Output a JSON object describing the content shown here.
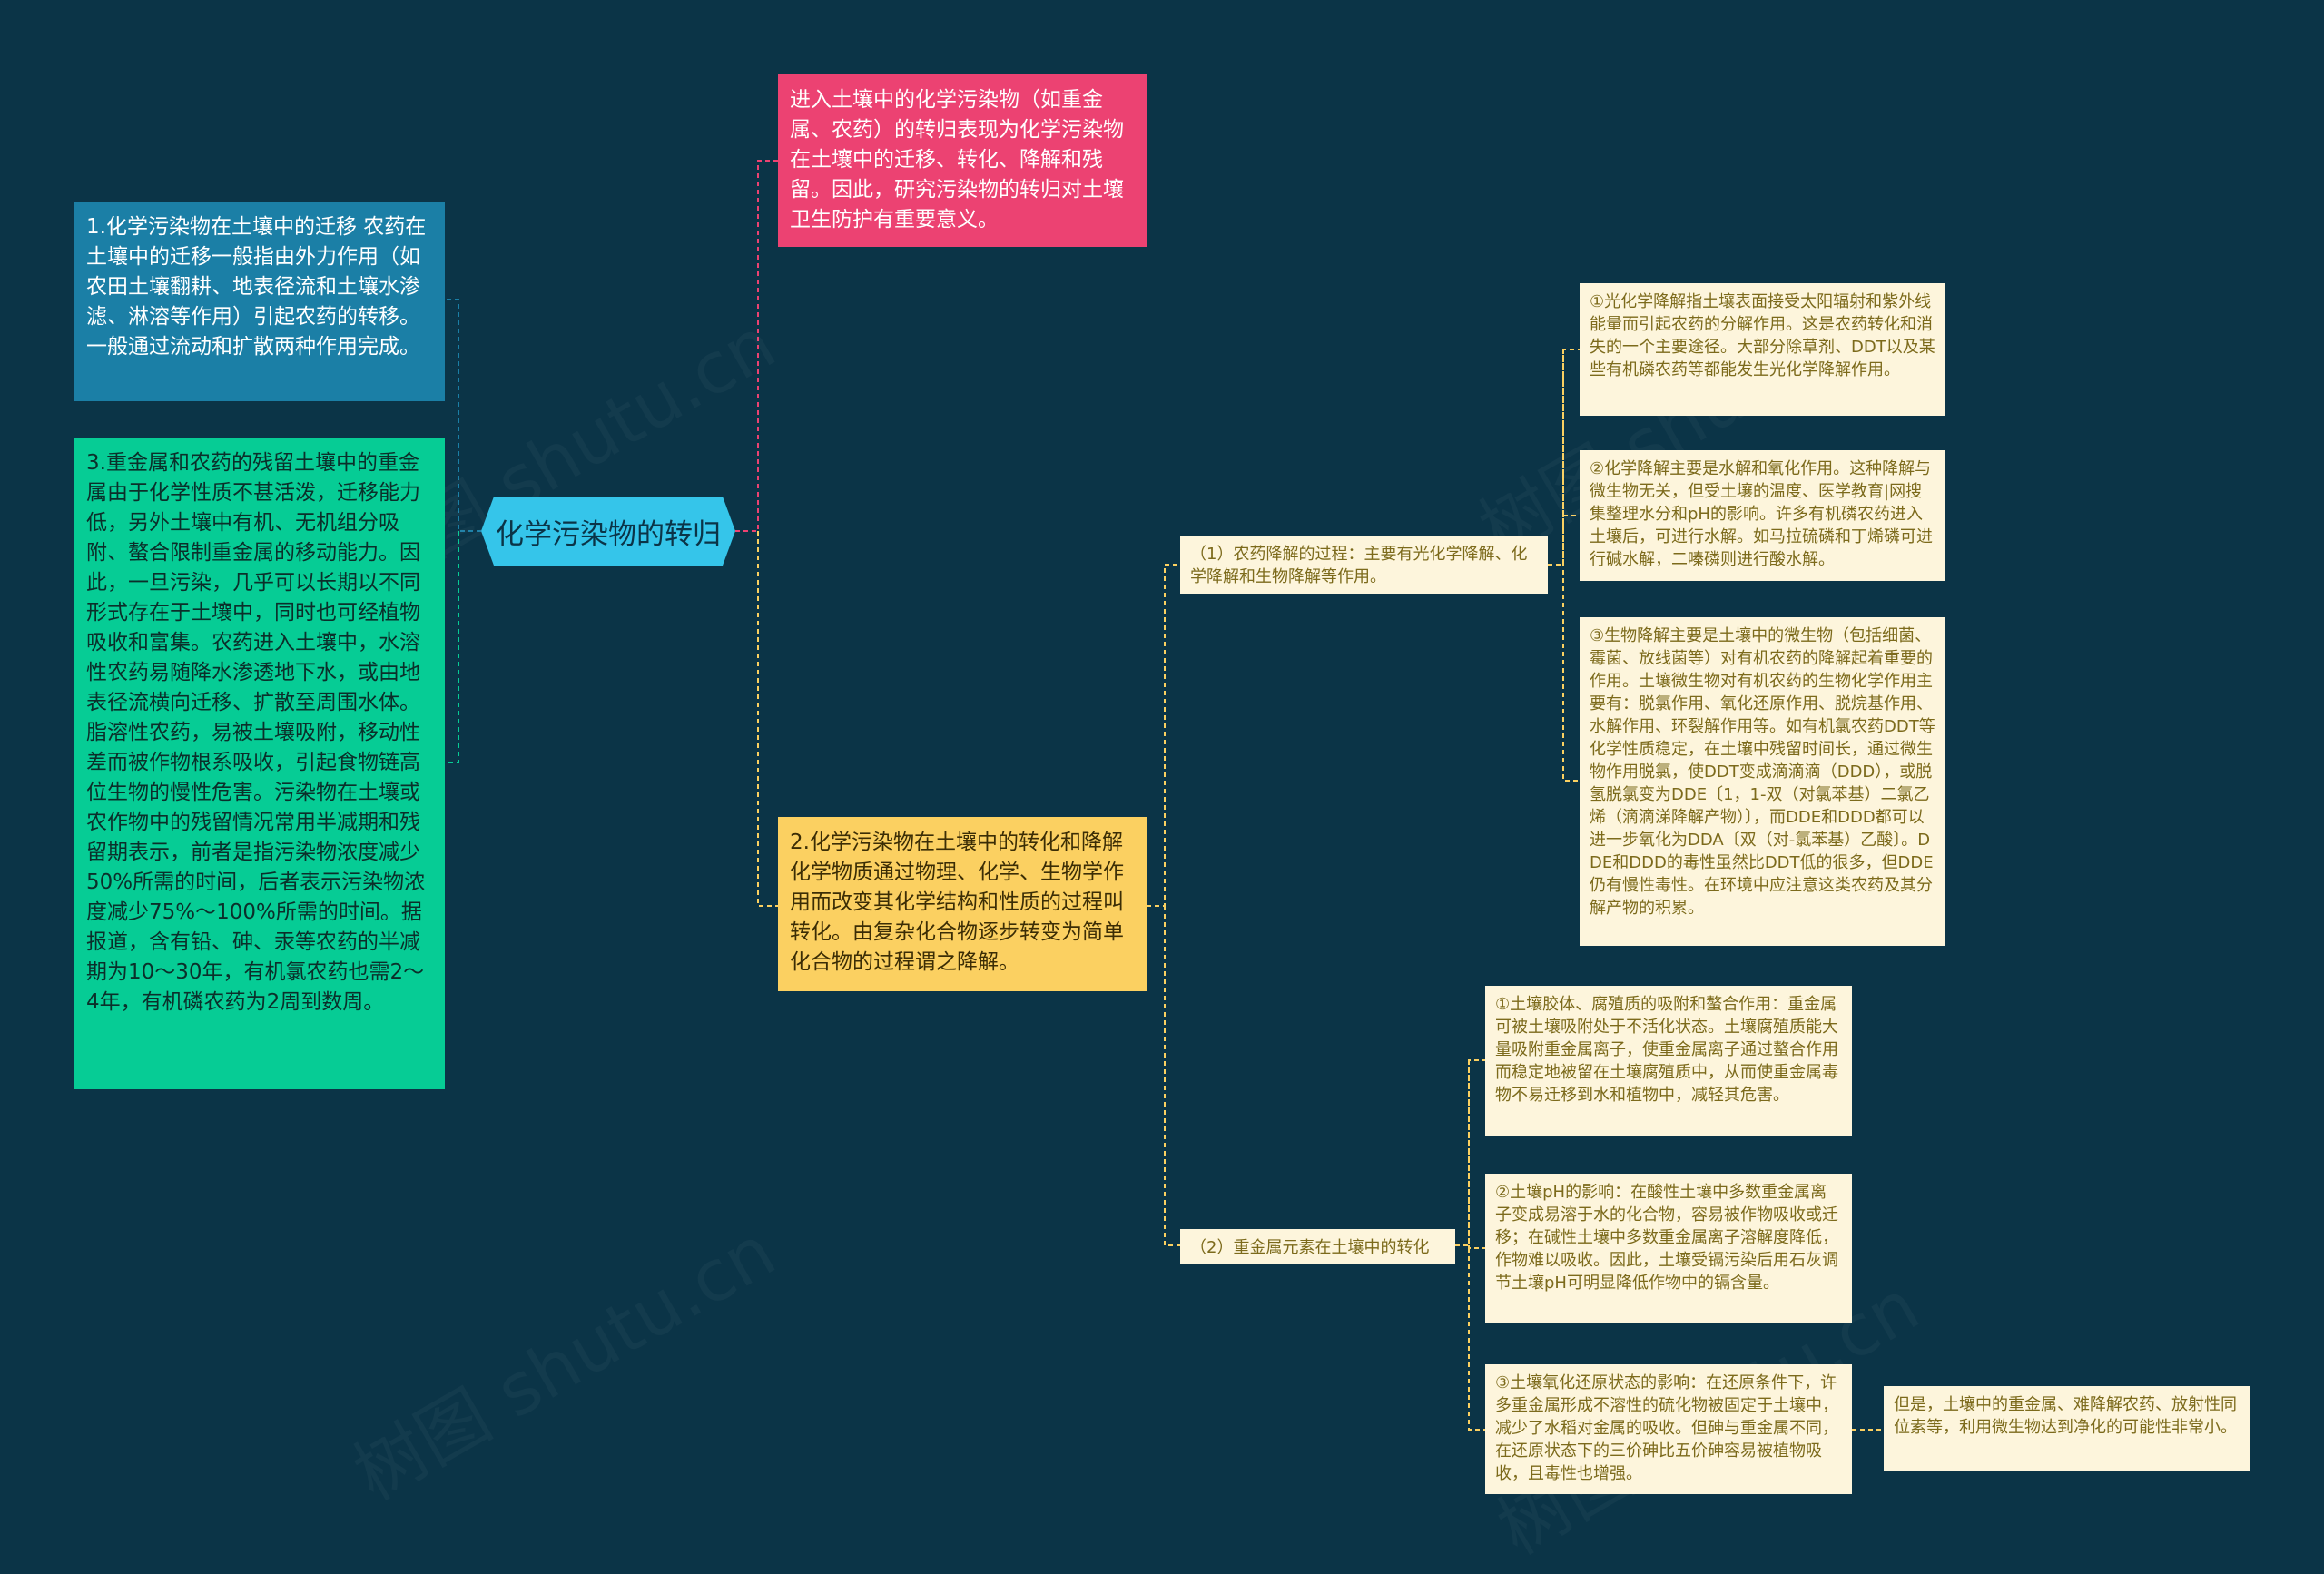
{
  "diagram": {
    "root": "化学污染物的转归",
    "intro": "进入土壤中的化学污染物（如重金属、农药）的转归表现为化学污染物在土壤中的迁移、转化、降解和残留。因此，研究污染物的转归对土壤卫生防护有重要意义。",
    "migration": "1.化学污染物在土壤中的迁移 农药在土壤中的迁移一般指由外力作用（如农田土壤翻耕、地表径流和土壤水渗滤、淋溶等作用）引起农药的转移。一般通过流动和扩散两种作用完成。",
    "residue": "3.重金属和农药的残留土壤中的重金属由于化学性质不甚活泼，迁移能力低，另外土壤中有机、无机组分吸附、螯合限制重金属的移动能力。因此，一旦污染，几乎可以长期以不同形式存在于土壤中，同时也可经植物吸收和富集。农药进入土壤中，水溶性农药易随降水渗透地下水，或由地表径流横向迁移、扩散至周围水体。脂溶性农药，易被土壤吸附，移动性差而被作物根系吸收，引起食物链高位生物的慢性危害。污染物在土壤或农作物中的残留情况常用半减期和残留期表示，前者是指污染物浓度减少50%所需的时间，后者表示污染物浓度减少75%～100%所需的时间。据报道，含有铅、砷、汞等农药的半减期为10～30年，有机氯农药也需2～4年，有机磷农药为2周到数周。",
    "transformation": "2.化学污染物在土壤中的转化和降解 化学物质通过物理、化学、生物学作用而改变其化学结构和性质的过程叫转化。由复杂化合物逐步转变为简单化合物的过程谓之降解。",
    "pesticide": "（1）农药降解的过程：主要有光化学降解、化学降解和生物降解等作用。",
    "photo": "①光化学降解指土壤表面接受太阳辐射和紫外线能量而引起农药的分解作用。这是农药转化和消失的一个主要途径。大部分除草剂、DDT以及某些有机磷农药等都能发生光化学降解作用。",
    "chem": "②化学降解主要是水解和氧化作用。这种降解与微生物无关，但受土壤的温度、医学教育|网搜集整理水分和pH的影响。许多有机磷农药进入土壤后，可进行水解。如马拉硫磷和丁烯磷可进行碱水解，二嗪磷则进行酸水解。",
    "bio": "③生物降解主要是土壤中的微生物（包括细菌、霉菌、放线菌等）对有机农药的降解起着重要的作用。土壤微生物对有机农药的生物化学作用主要有：脱氯作用、氧化还原作用、脱烷基作用、水解作用、环裂解作用等。如有机氯农药DDT等化学性质稳定，在土壤中残留时间长，通过微生物作用脱氯，使DDT变成滴滴滴（DDD），或脱氢脱氯变为DDE〔1，1-双（对氯苯基）二氯乙烯（滴滴涕降解产物）〕，而DDE和DDD都可以进一步氧化为DDA〔双（对-氯苯基）乙酸〕。DDE和DDD的毒性虽然比DDT低的很多，但DDE仍有慢性毒性。在环境中应注意这类农药及其分解产物的积累。",
    "metal": "（2）重金属元素在土壤中的转化",
    "colloid": "①土壤胶体、腐殖质的吸附和螯合作用：重金属可被土壤吸附处于不活化状态。土壤腐殖质能大量吸附重金属离子，使重金属离子通过螯合作用而稳定地被留在土壤腐殖质中，从而使重金属毒物不易迁移到水和植物中，减轻其危害。",
    "ph": "②土壤pH的影响：在酸性土壤中多数重金属离子变成易溶于水的化合物，容易被作物吸收或迁移；在碱性土壤中多数重金属离子溶解度降低，作物难以吸收。因此，土壤受镉污染后用石灰调节土壤pH可明显降低作物中的镉含量。",
    "redox": "③土壤氧化还原状态的影响：在还原条件下，许多重金属形成不溶性的硫化物被固定于土壤中，减少了水稻对金属的吸收。但砷与重金属不同，在还原状态下的三价砷比五价砷容易被植物吸收，且毒性也增强。",
    "microbe": "但是，土壤中的重金属、难降解农药、放射性同位素等，利用微生物达到净化的可能性非常小。"
  },
  "colors": {
    "background": "#0b3447",
    "root": "#35c5ea",
    "blue": "#1b7fa6",
    "green": "#06cc95",
    "pink": "#ec4272",
    "yellow": "#fbd061",
    "leaf": "#fdf5dc"
  },
  "watermark": "树图 shutu.cn"
}
